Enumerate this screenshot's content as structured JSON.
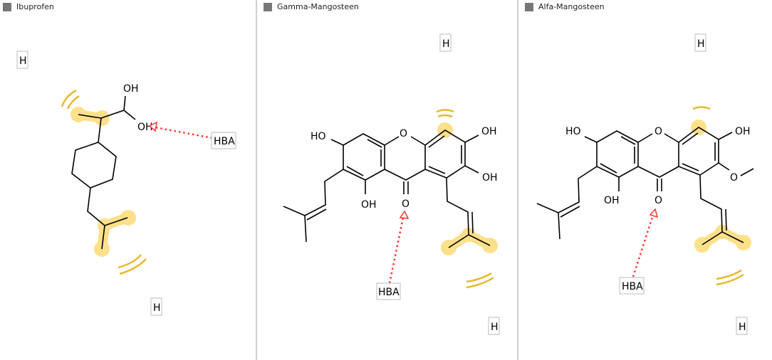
{
  "panels": [
    {
      "title": "Ibuprofen",
      "labels": {
        "oh1": "OH",
        "oh2": "OH"
      },
      "features": {
        "hba": "HBA",
        "h1": "H",
        "h2": "H"
      }
    },
    {
      "title": "Gamma-Mangosteen",
      "labels": {
        "ho": "HO",
        "o_ring": "O",
        "oh_left": "OH",
        "o_carbonyl": "O",
        "oh_top": "OH",
        "oh_right": "OH"
      },
      "features": {
        "hba": "HBA",
        "h1": "H",
        "h2": "H"
      }
    },
    {
      "title": "Alfa-Mangosteen",
      "labels": {
        "ho": "HO",
        "o_ring": "O",
        "oh_left": "OH",
        "o_carbonyl": "O",
        "oh_top": "OH",
        "o_methoxy": "O"
      },
      "features": {
        "hba": "HBA",
        "h1": "H",
        "h2": "H"
      }
    }
  ],
  "colors": {
    "hydrophobic": "#fde08a",
    "hydrophobic_arc": "#e8b830",
    "hba_arrow": "#ff3333",
    "header_square": "#777777"
  }
}
